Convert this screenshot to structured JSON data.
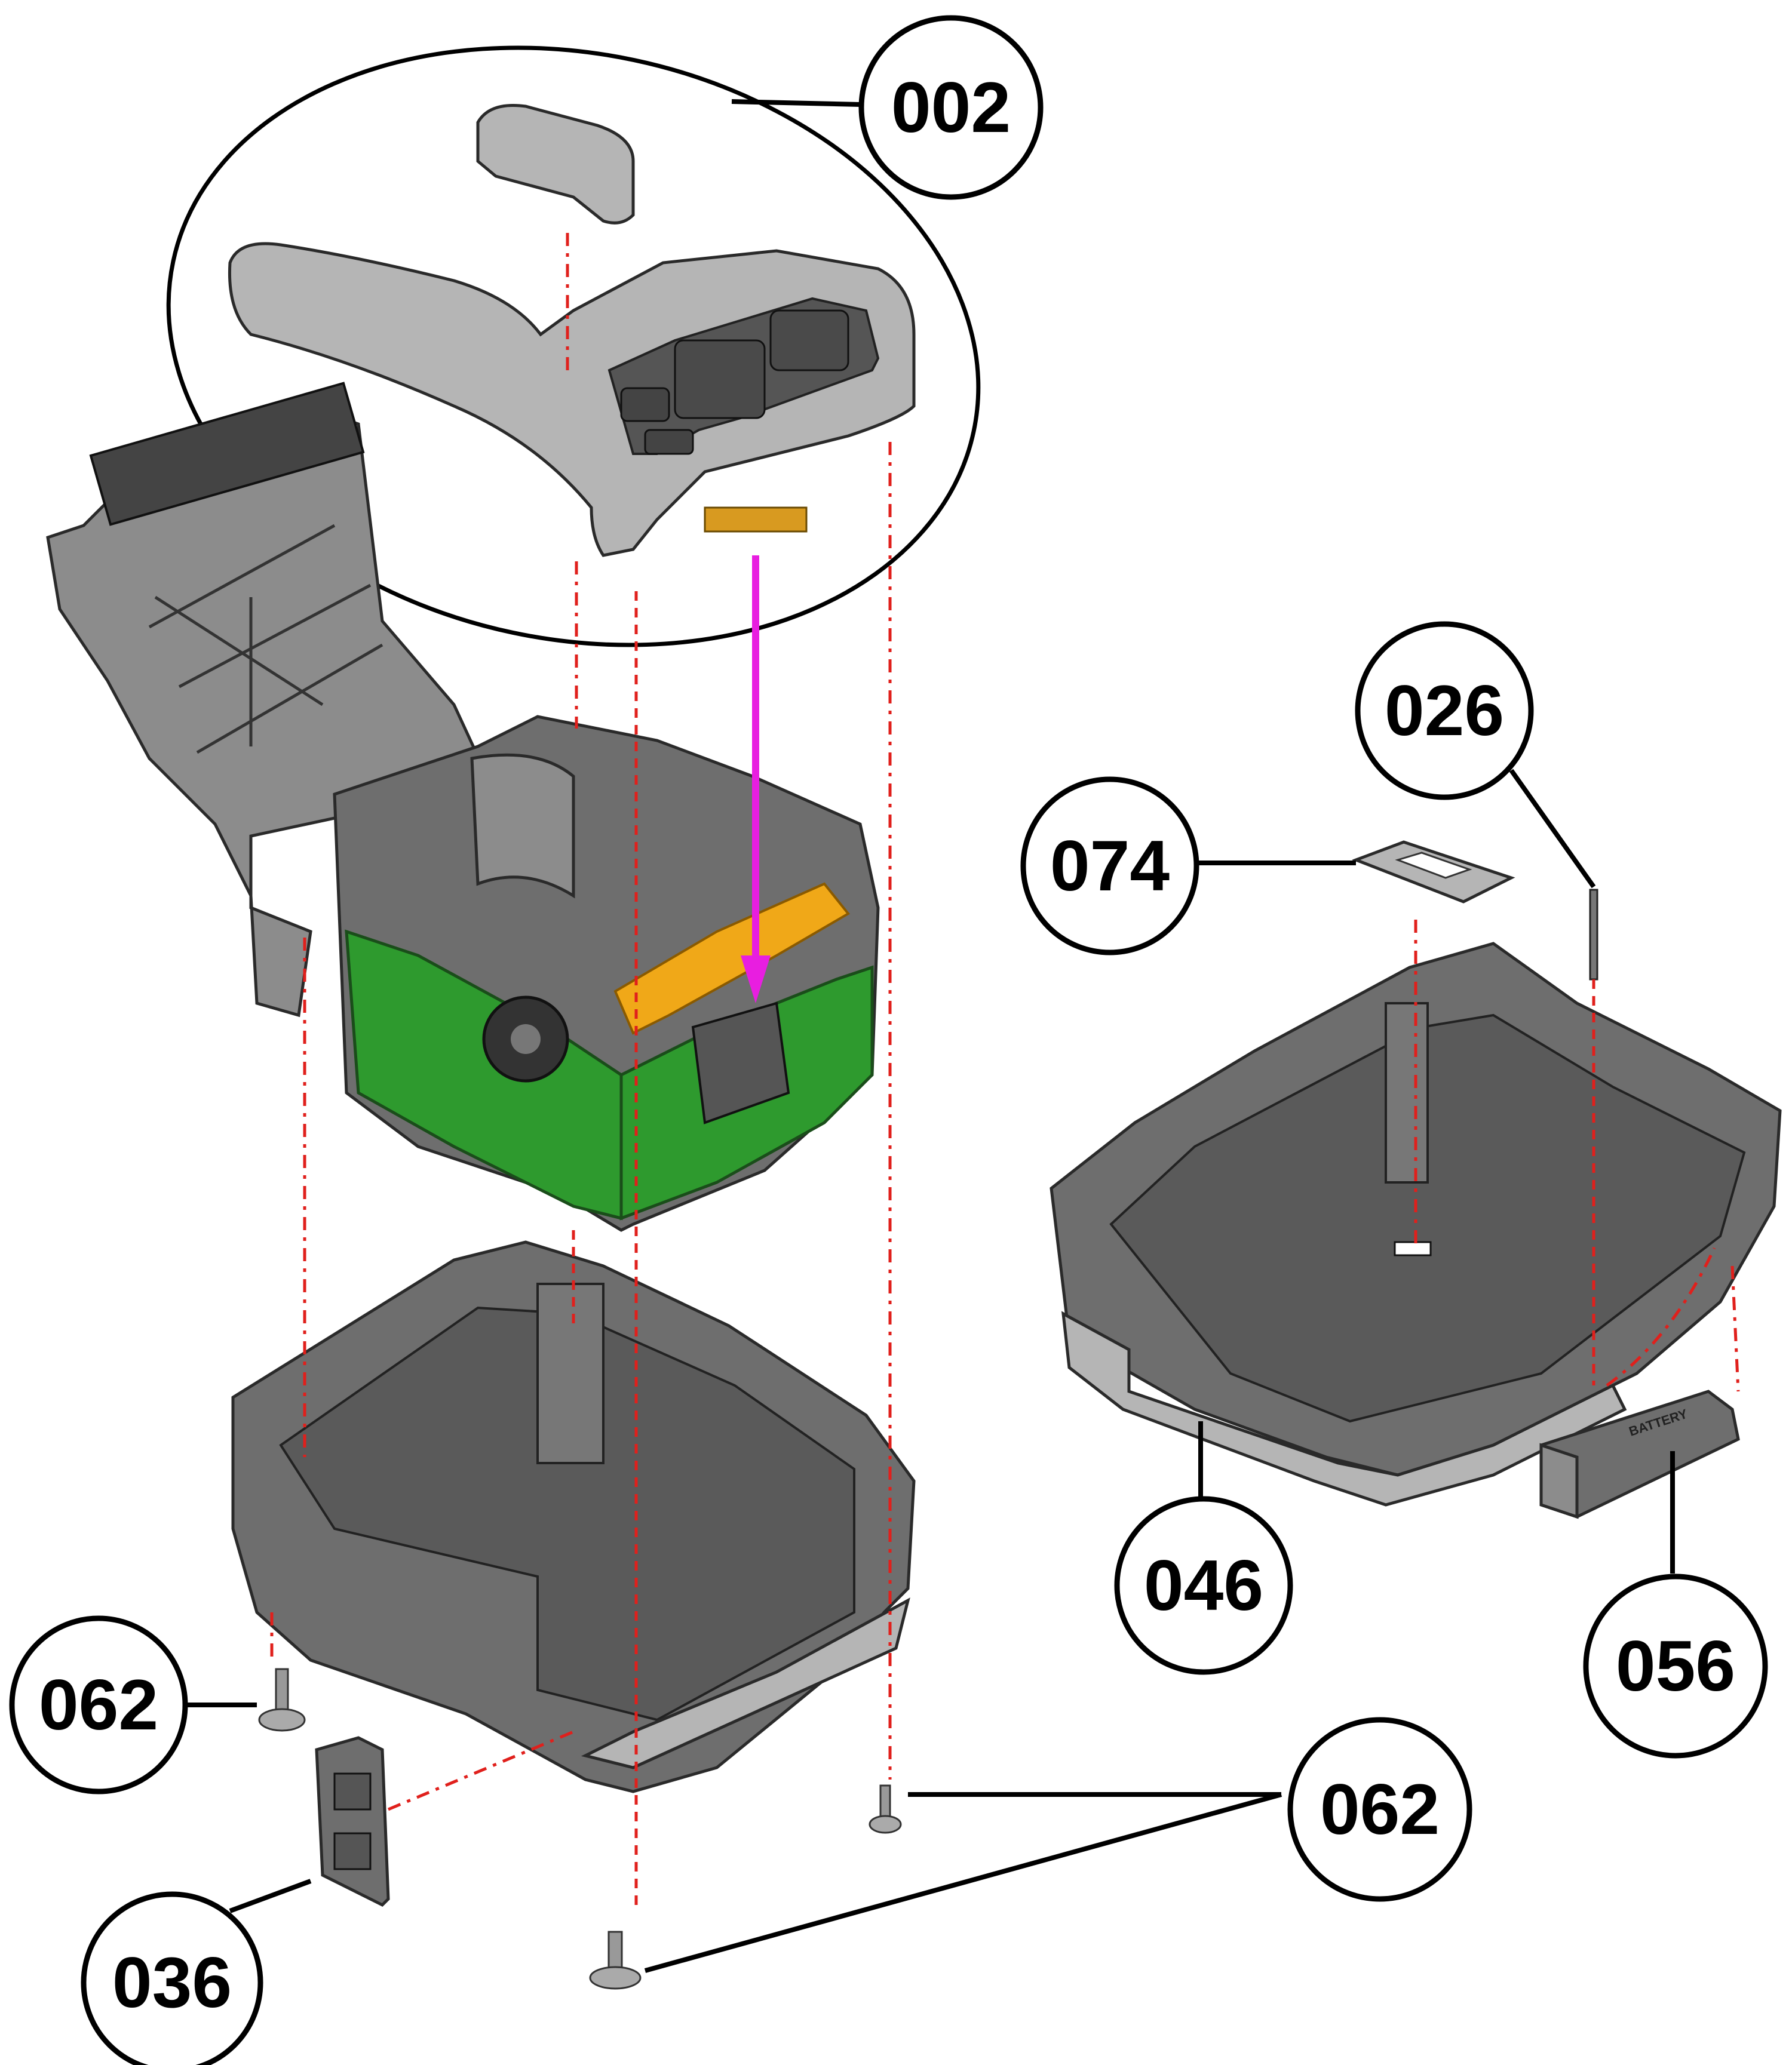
{
  "callouts": [
    {
      "id": "c002",
      "label": "002"
    },
    {
      "id": "c026",
      "label": "026"
    },
    {
      "id": "c074",
      "label": "074"
    },
    {
      "id": "c046",
      "label": "046"
    },
    {
      "id": "c056",
      "label": "056"
    },
    {
      "id": "c062a",
      "label": "062"
    },
    {
      "id": "c062b",
      "label": "062"
    },
    {
      "id": "c036",
      "label": "036"
    }
  ],
  "battery_door_text": "BATTERY",
  "colors": {
    "leader": "#000000",
    "assembly_line": "#e0201c",
    "insert_arrow": "#e81ee0",
    "pcb": "#2e9a2e",
    "housing": "#6e6e6e",
    "cover": "#b5b5b5",
    "ribbon": "#f0a818"
  }
}
